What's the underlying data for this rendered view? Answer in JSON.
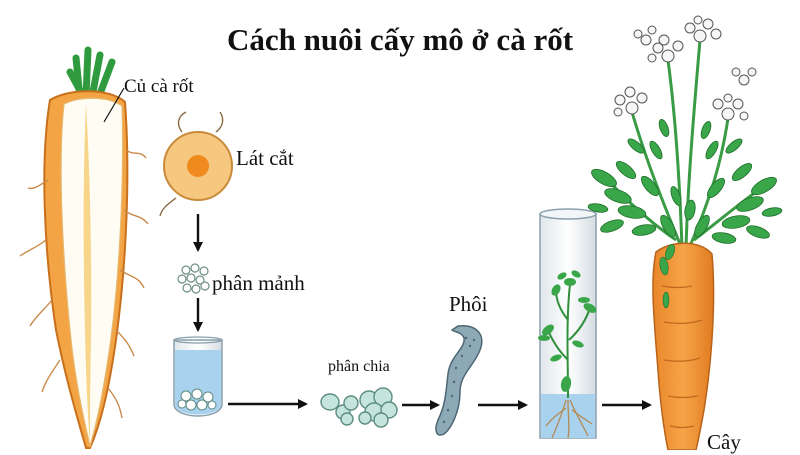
{
  "title": "Cách nuôi cấy mô ở cà rốt",
  "labels": {
    "root": "Củ cà rốt",
    "slice": "Lát cắt",
    "fragment": "phân mảnh",
    "division": "phân chia",
    "embryo": "Phôi",
    "plant": "Cây"
  },
  "colors": {
    "carrot_orange": "#f0952e",
    "carrot_light": "#f6c27a",
    "carrot_core": "#fff6d6",
    "leaf_green": "#3aa64a",
    "embryo_gray": "#7f9aa8",
    "cell_teal": "#b9ddd4",
    "liquid_blue": "#a9d2ef",
    "flower_white": "#f4f4f4",
    "arrow": "#111111"
  }
}
